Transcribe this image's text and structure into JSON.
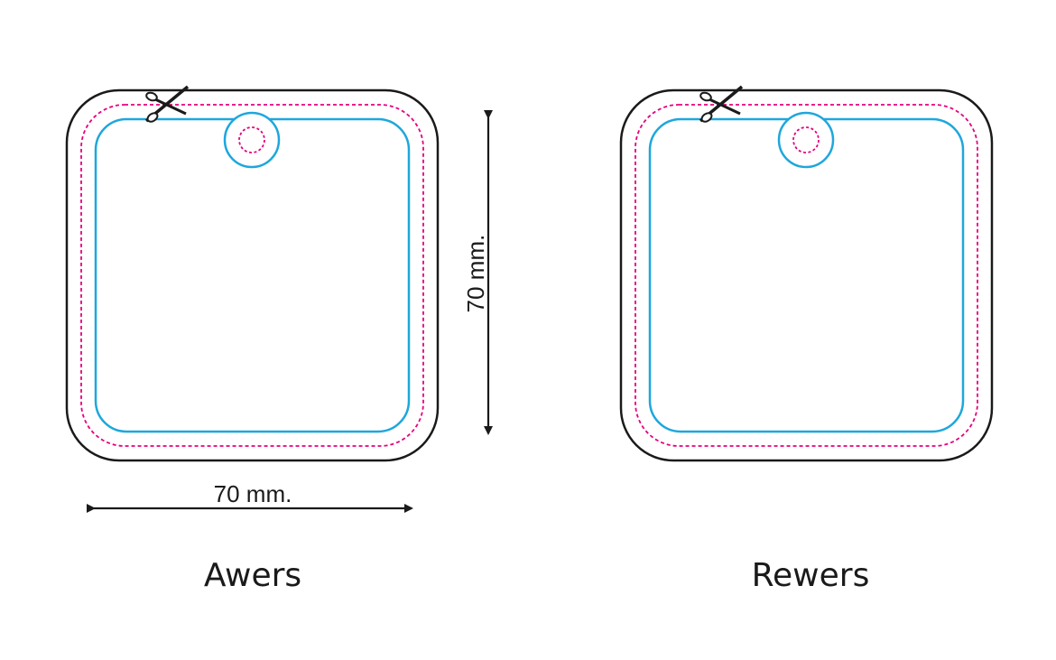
{
  "colors": {
    "outline": "#1a1a1a",
    "bleed_line": "#e6007e",
    "safe_line": "#1ea7dc",
    "background": "#ffffff"
  },
  "panels": [
    {
      "id": "front",
      "label": "Awers"
    },
    {
      "id": "back",
      "label": "Rewers"
    }
  ],
  "dimensions": {
    "width_label": "70 mm.",
    "height_label": "70 mm."
  },
  "icons": {
    "cut_marker": "scissors-icon"
  }
}
